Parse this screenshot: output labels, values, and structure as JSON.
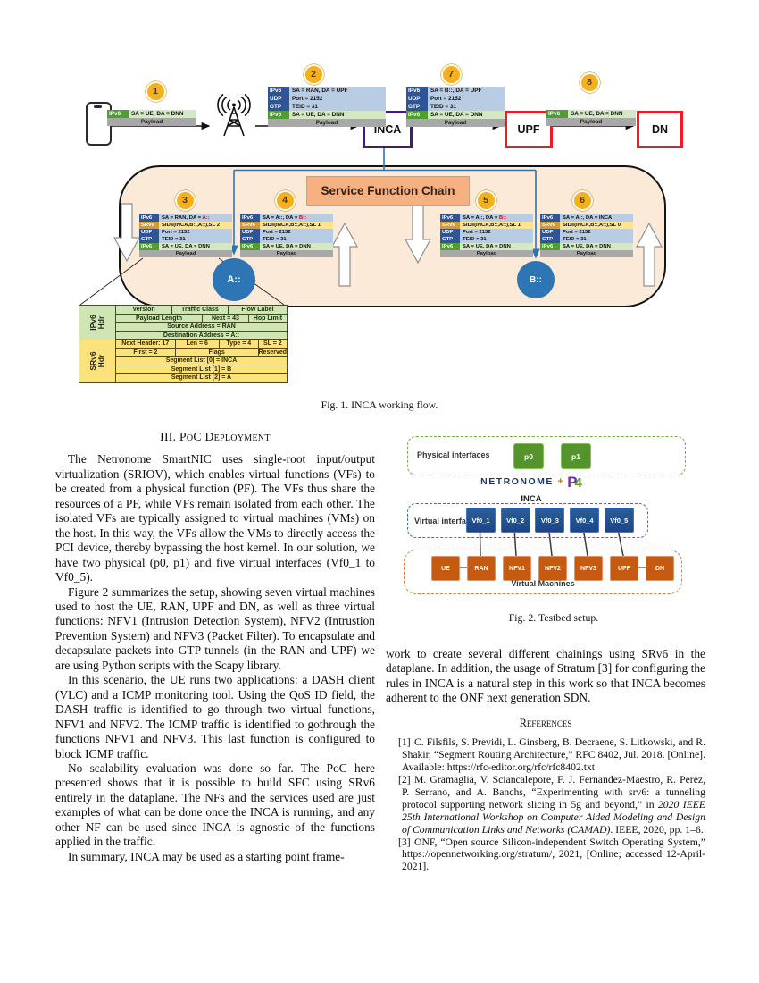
{
  "fig1": {
    "caption": "Fig. 1.  INCA working flow.",
    "sfc_title": "Service Function Chain",
    "nodes": {
      "inca": "INCA",
      "upf": "UPF",
      "dn": "DN"
    },
    "circles": [
      {
        "label": "A::"
      },
      {
        "label": "B::"
      }
    ],
    "packets": [
      {
        "id": 1,
        "badge": "1",
        "rows": [
          {
            "t": "ip6i",
            "label": "IPv6",
            "text": "SA = UE, DA = DNN"
          },
          {
            "t": "pay",
            "text": "Payload"
          }
        ]
      },
      {
        "id": 2,
        "badge": "2",
        "rows": [
          {
            "t": "ip6o",
            "label": "IPv6",
            "text": "SA = RAN, DA = UPF"
          },
          {
            "t": "udp",
            "label": "UDP",
            "text": "Port = 2152"
          },
          {
            "t": "gtp",
            "label": "GTP",
            "text": "TEID = 31"
          },
          {
            "t": "ip6i",
            "label": "IPv6",
            "text": "SA = UE, DA = DNN"
          },
          {
            "t": "pay",
            "text": "Payload"
          }
        ]
      },
      {
        "id": 3,
        "badge": "3",
        "rows": [
          {
            "t": "ip6o",
            "label": "IPv6",
            "text": "SA = RAN, DA = ",
            "red": "A::"
          },
          {
            "t": "srv6",
            "label": "SRv6",
            "text": "SIDs(INCA,B::,A::),SL 2"
          },
          {
            "t": "udp",
            "label": "UDP",
            "text": "Port = 2152"
          },
          {
            "t": "gtp",
            "label": "GTP",
            "text": "TEID = 31"
          },
          {
            "t": "ip6i",
            "label": "IPv6",
            "text": "SA = UE, DA = DNN"
          },
          {
            "t": "pay",
            "text": "Payload"
          }
        ]
      },
      {
        "id": 4,
        "badge": "4",
        "rows": [
          {
            "t": "ip6o",
            "label": "IPv6",
            "text": "SA = A::, DA = ",
            "red": "B::"
          },
          {
            "t": "srv6",
            "label": "SRv6",
            "text": "SIDs(INCA,B::,A::),SL 1"
          },
          {
            "t": "udp",
            "label": "UDP",
            "text": "Port = 2152"
          },
          {
            "t": "gtp",
            "label": "GTP",
            "text": "TEID = 31"
          },
          {
            "t": "ip6i",
            "label": "IPv6",
            "text": "SA = UE, DA = DNN"
          },
          {
            "t": "pay",
            "text": "Payload"
          }
        ]
      },
      {
        "id": 5,
        "badge": "5",
        "rows": [
          {
            "t": "ip6o",
            "label": "IPv6",
            "text": "SA = A::, DA = ",
            "red": "B::"
          },
          {
            "t": "srv6",
            "label": "SRv6",
            "text": "SIDs(INCA,B::,A::),SL 1"
          },
          {
            "t": "udp",
            "label": "UDP",
            "text": "Port = 2152"
          },
          {
            "t": "gtp",
            "label": "GTP",
            "text": "TEID = 31"
          },
          {
            "t": "ip6i",
            "label": "IPv6",
            "text": "SA = UE, DA = DNN"
          },
          {
            "t": "pay",
            "text": "Payload"
          }
        ]
      },
      {
        "id": 6,
        "badge": "6",
        "rows": [
          {
            "t": "ip6o",
            "label": "IPv6",
            "text": "SA = A::, DA = INCA"
          },
          {
            "t": "srv6",
            "label": "SRv6",
            "text": "SIDs(INCA,B::,A::),SL 0"
          },
          {
            "t": "udp",
            "label": "UDP",
            "text": "Port = 2152"
          },
          {
            "t": "gtp",
            "label": "GTP",
            "text": "TEID = 31"
          },
          {
            "t": "ip6i",
            "label": "IPv6",
            "text": "SA = UE, DA = DNN"
          },
          {
            "t": "pay",
            "text": "Payload"
          }
        ]
      },
      {
        "id": 7,
        "badge": "7",
        "rows": [
          {
            "t": "ip6o",
            "label": "IPv6",
            "text": "SA = B::, DA = UPF"
          },
          {
            "t": "udp",
            "label": "UDP",
            "text": "Port = 2152"
          },
          {
            "t": "gtp",
            "label": "GTP",
            "text": "TEID = 31"
          },
          {
            "t": "ip6i",
            "label": "IPv6",
            "text": "SA = UE, DA = DNN"
          },
          {
            "t": "pay",
            "text": "Payload"
          }
        ]
      },
      {
        "id": 8,
        "badge": "8",
        "rows": [
          {
            "t": "ip6i",
            "label": "IPv6",
            "text": "SA = UE, DA = DNN"
          },
          {
            "t": "pay",
            "text": "Payload"
          }
        ]
      }
    ],
    "header_table": {
      "sections": [
        {
          "label": "IPv6\nHdr",
          "type": "ipv6",
          "rows": [
            [
              {
                "text": "Version",
                "f": 1
              },
              {
                "text": "Traffic Class",
                "f": 1
              },
              {
                "text": "Flow Label",
                "f": 1.05
              }
            ],
            [
              {
                "text": "Payload Length",
                "f": 1.55
              },
              {
                "text": "Next = 43",
                "f": 0.82
              },
              {
                "text": "Hop Limit",
                "f": 0.68
              }
            ],
            [
              {
                "text": "Source Address = RAN",
                "f": 1
              }
            ],
            [
              {
                "text": "Destination Address = A::",
                "f": 1,
                "red": true
              }
            ]
          ]
        },
        {
          "label": "SRv6\nHdr",
          "type": "srv6",
          "rows": [
            [
              {
                "text": "Next Header: 17",
                "f": 1.15
              },
              {
                "text": "Len = 6",
                "f": 0.85
              },
              {
                "text": "Type = 4",
                "f": 0.75
              },
              {
                "text": "SL = 2",
                "f": 0.55,
                "red": true
              }
            ],
            [
              {
                "text": "First = 2",
                "f": 1.15
              },
              {
                "text": "Flags",
                "f": 1.6
              },
              {
                "text": "Reserved",
                "f": 0.55
              }
            ],
            [
              {
                "text": "Segment List [0] = INCA",
                "f": 1
              }
            ],
            [
              {
                "text": "Segment List [1] = B",
                "f": 1
              }
            ],
            [
              {
                "text": "Segment List [2] = A",
                "f": 1,
                "red": true
              }
            ]
          ]
        }
      ]
    }
  },
  "fig2": {
    "caption": "Fig. 2.  Testbed setup.",
    "phys_label": "Physical interfaces",
    "ports": [
      "p0",
      "p1"
    ],
    "brand": {
      "name": "NETRONOME",
      "plus": "+",
      "p": "P",
      "four": "4",
      "sub": "INCA"
    },
    "virt_label": "Virtual interfaces",
    "vifs": [
      "Vf0_1",
      "Vf0_2",
      "Vf0_3",
      "Vf0_4",
      "Vf0_5"
    ],
    "vm_label": "Virtual Machines",
    "vms": [
      "UE",
      "RAN",
      "NFV1",
      "NFV2",
      "NFV3",
      "UPF",
      "DN"
    ]
  },
  "text": {
    "section_heading": "III. PoC Deployment",
    "left_paragraphs": [
      "The Netronome SmartNIC uses single-root input/output virtualization (SRIOV), which enables virtual functions (VFs) to be created from a physical function (PF). The VFs thus share the resources of a PF, while VFs remain isolated from each other. The isolated VFs are typically assigned to virtual machines (VMs) on the host. In this way, the VFs allow the VMs to directly access the PCI device, thereby bypassing the host kernel. In our solution, we have two physical (p0, p1) and five virtual interfaces (Vf0_1 to Vf0_5).",
      "Figure 2 summarizes the setup, showing seven virtual machines used to host the UE, RAN, UPF and DN, as well as three virtual functions: NFV1 (Intrusion Detection System), NFV2 (Intrustion Prevention System) and NFV3 (Packet Filter). To encapsulate and decapsulate packets into GTP tunnels (in the RAN and UPF) we are using Python scripts with the Scapy library.",
      "In this scenario, the UE runs two applications: a DASH client (VLC) and a ICMP monitoring tool. Using the QoS ID field, the DASH traffic is identified to go through two virtual functions, NFV1 and NFV2. The ICMP traffic is identified to gothrough the functions NFV1 and NFV3. This last function is configured to block ICMP traffic.",
      "No scalability evaluation was done so far. The PoC here presented shows that it is possible to build SFC using SRv6 entirely in the dataplane. The NFs and the services used are just examples of what can be done once the INCA is running, and any other NF can be used since INCA is agnostic of the functions applied in the traffic.",
      "In summary, INCA may be used as a starting point frame-"
    ],
    "right_paragraph": "work to create several different chainings using SRv6 in the dataplane. In addition, the usage of Stratum [3] for configuring the rules in INCA is a natural step in this work so that INCA becomes adherent to the ONF next generation SDN.",
    "references_heading": "References",
    "references": [
      {
        "label": "[1]",
        "pre": "C. Filsfils, S. Previdi, L. Ginsberg, B. Decraene, S. Litkowski, and R. Shakir, “Segment Routing Architecture,” RFC 8402, Jul. 2018. [Online]. Available: https://rfc-editor.org/rfc/rfc8402.txt",
        "italic": "",
        "post": ""
      },
      {
        "label": "[2]",
        "pre": "M. Gramaglia, V. Sciancalepore, F. J. Fernandez-Maestro, R. Perez, P. Serrano, and A. Banchs, “Experimenting with srv6: a tunneling protocol supporting network slicing in 5g and beyond,” in ",
        "italic": "2020 IEEE 25th International Workshop on Computer Aided Modeling and Design of Communication Links and Networks (CAMAD)",
        "post": ".  IEEE, 2020, pp. 1–6."
      },
      {
        "label": "[3]",
        "pre": "ONF, “Open source Silicon-independent Switch Operating System,” https://opennetworking.org/stratum/, 2021, [Online; accessed 12-April-2021].",
        "italic": "",
        "post": ""
      }
    ]
  },
  "colors": {
    "ip6o_label": "#2f5597",
    "ip6o_val": "#b8cce4",
    "udp_label": "#2f5597",
    "udp_val": "#b8cce4",
    "gtp_label": "#2f5597",
    "gtp_val": "#b8cce4",
    "srv6_label": "#d69a2d",
    "srv6_val": "#ffe48a",
    "ip6i_label": "#4f9e33",
    "ip6i_val": "#d5e8c4",
    "pay_bg": "#a8a8a8",
    "badge_bg": "#f5b01b",
    "blue_link": "#2e75b6",
    "inca_border": "#3f1d75",
    "red_border": "#ed1c24"
  }
}
